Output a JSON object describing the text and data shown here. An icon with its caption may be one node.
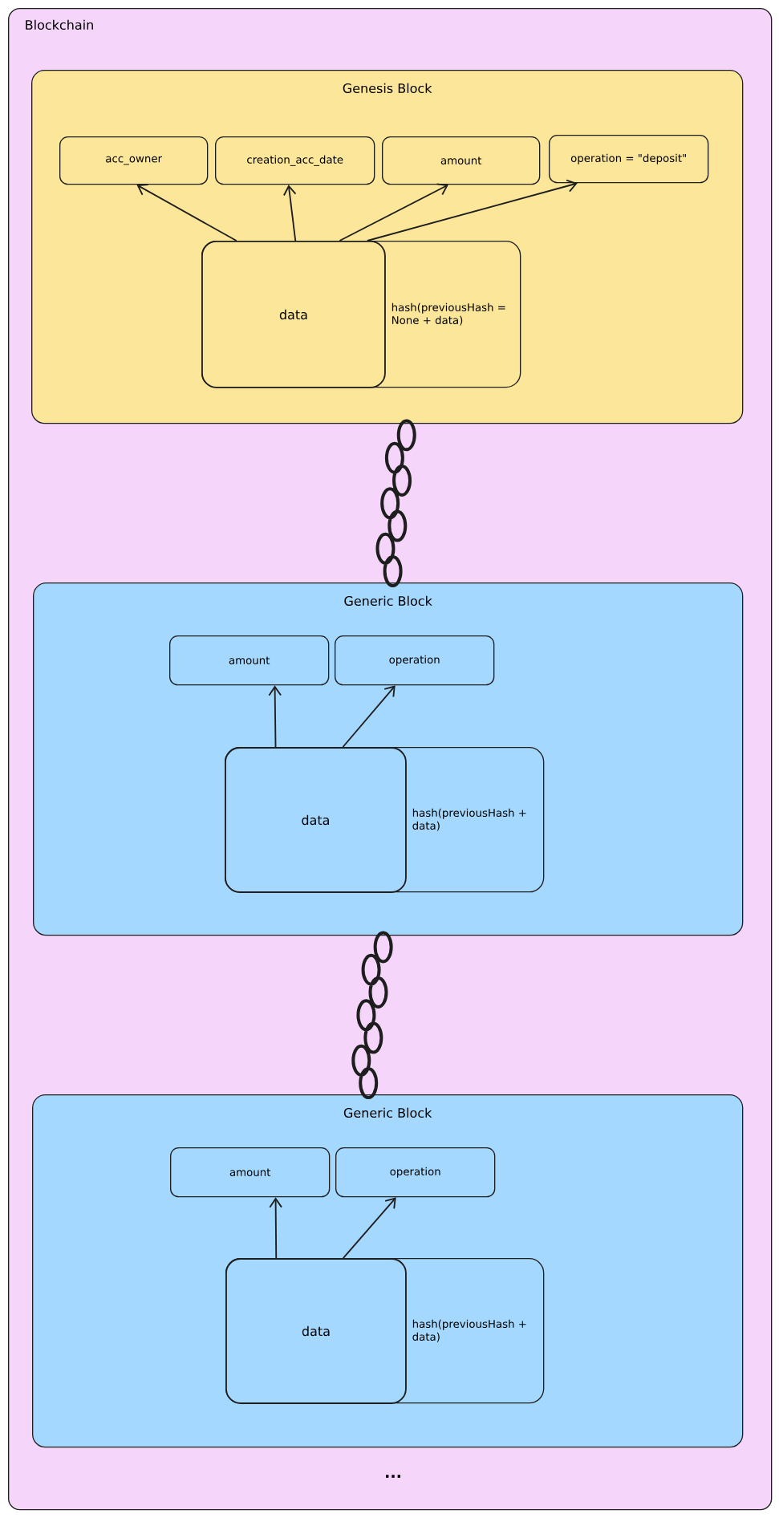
{
  "diagram": {
    "nodes": [
      {
        "text": [
          "Blockchain"
        ]
      },
      {
        "text": [
          "Genesis Block"
        ],
        "in": 0
      },
      {
        "text": [
          "acc_owner"
        ],
        "in": 1
      },
      {
        "text": [
          "creation_acc_date"
        ],
        "in": 1
      },
      {
        "text": [
          "amount"
        ],
        "in": 1
      },
      {
        "text": [
          "operation = \"deposit\""
        ],
        "in": 1
      },
      {
        "text": [
          "hash(previousHash = None + data)"
        ],
        "in": 1
      },
      {
        "text": [
          "data"
        ],
        "in": 6
      },
      {
        "text": [
          "Generic Block"
        ],
        "in": 0
      },
      {
        "text": [
          "amount"
        ],
        "in": 8
      },
      {
        "text": [
          "operation"
        ],
        "in": 8
      },
      {
        "text": [
          "hash(previousHash + data)"
        ],
        "in": 8
      },
      {
        "text": [
          "data"
        ],
        "in": 11
      },
      {
        "text": [
          "Generic Block"
        ],
        "in": 0
      },
      {
        "text": [
          "amount"
        ],
        "in": 13
      },
      {
        "text": [
          "operation"
        ],
        "in": 13
      },
      {
        "text": [
          "hash(previousHash + data)"
        ],
        "in": 13
      },
      {
        "text": [
          "data"
        ],
        "in": 16
      }
    ],
    "edges": [
      {
        "from": 7,
        "to": 2,
        "arrow": "to"
      },
      {
        "from": 7,
        "to": 3,
        "arrow": "to"
      },
      {
        "from": 7,
        "to": 4,
        "arrow": "to"
      },
      {
        "from": 7,
        "to": 5,
        "arrow": "to"
      },
      {
        "from": 1,
        "to": 8,
        "arrow": "none"
      },
      {
        "from": 12,
        "to": 9,
        "arrow": "to"
      },
      {
        "from": 12,
        "to": 10,
        "arrow": "to"
      },
      {
        "from": 8,
        "to": 13,
        "arrow": "none"
      },
      {
        "from": 17,
        "to": 14,
        "arrow": "to"
      },
      {
        "from": 17,
        "to": 15,
        "arrow": "to"
      }
    ],
    "labels": [
      "..."
    ]
  }
}
